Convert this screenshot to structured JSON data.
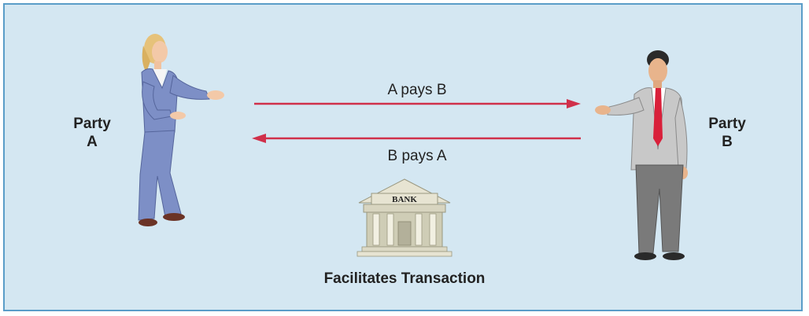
{
  "party_a": {
    "line1": "Party",
    "line2": "A"
  },
  "party_b": {
    "line1": "Party",
    "line2": "B"
  },
  "arrow_top": {
    "label": "A pays B"
  },
  "arrow_bottom": {
    "label": "B pays A"
  },
  "bank": {
    "sign": "BANK",
    "caption": "Facilitates Transaction"
  },
  "colors": {
    "background": "#d4e7f2",
    "border": "#5a9dc8",
    "arrow": "#d0304a"
  }
}
